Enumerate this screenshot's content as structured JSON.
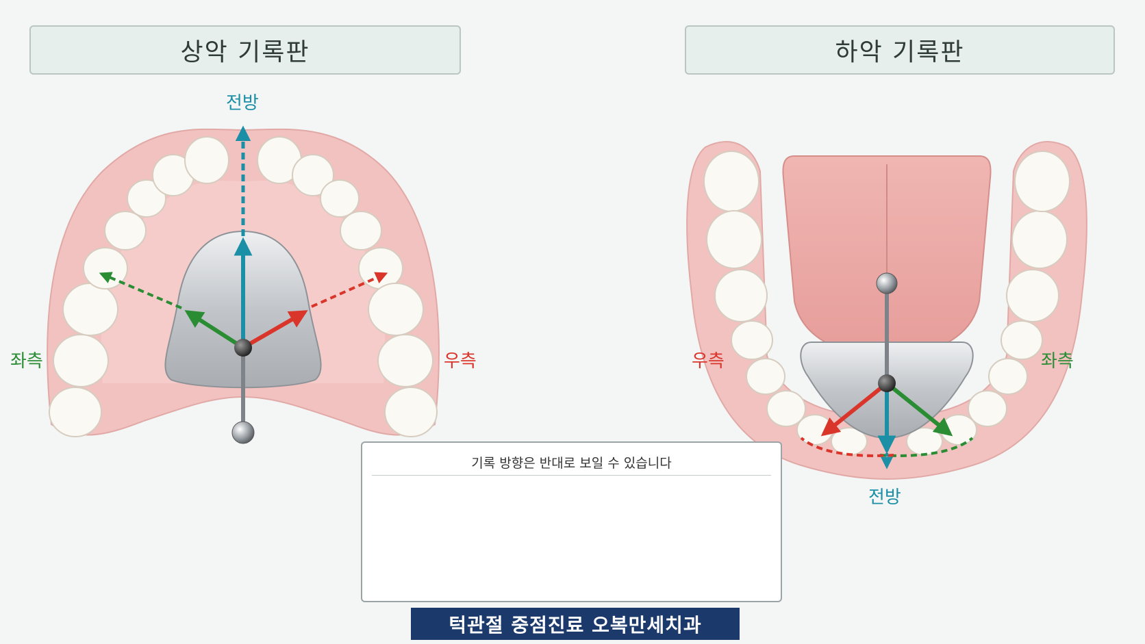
{
  "upper": {
    "title": "상악 기록판",
    "front": "전방",
    "left": "좌측",
    "right": "우측"
  },
  "lower": {
    "title": "하악 기록판",
    "front": "전방",
    "left": "좌측",
    "right": "우측"
  },
  "inset": {
    "note": "기록 방향은 반대로 보일 수 있습니다"
  },
  "footer": {
    "text": "턱관절 중점진료 오복만세치과"
  },
  "colors": {
    "anterior": "#1a8fa6",
    "left": "#2a8c33",
    "right": "#d9352b",
    "gum": "#f2c2c0",
    "plate": "#c9cbce",
    "footer_bg": "#1b3a6b"
  }
}
